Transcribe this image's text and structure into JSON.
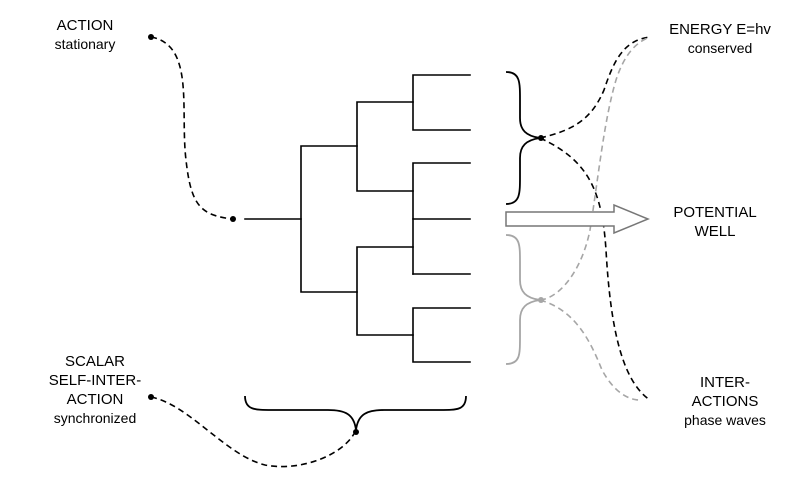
{
  "labels": {
    "action": {
      "line1": "ACTION",
      "line2": "stationary"
    },
    "energy": {
      "line1": "ENERGY E=hv",
      "line2": "conserved"
    },
    "potential": {
      "line1": "POTENTIAL",
      "line2": "WELL"
    },
    "scalar": {
      "line1": "SCALAR",
      "line2": "SELF-INTER-",
      "line3": "ACTION",
      "line4": "synchronized"
    },
    "interactions": {
      "line1": "INTER-",
      "line2": "ACTIONS",
      "line3": "phase waves"
    }
  },
  "colors": {
    "ink": "#000000",
    "muted": "#a6a6a6",
    "background": "#ffffff"
  }
}
